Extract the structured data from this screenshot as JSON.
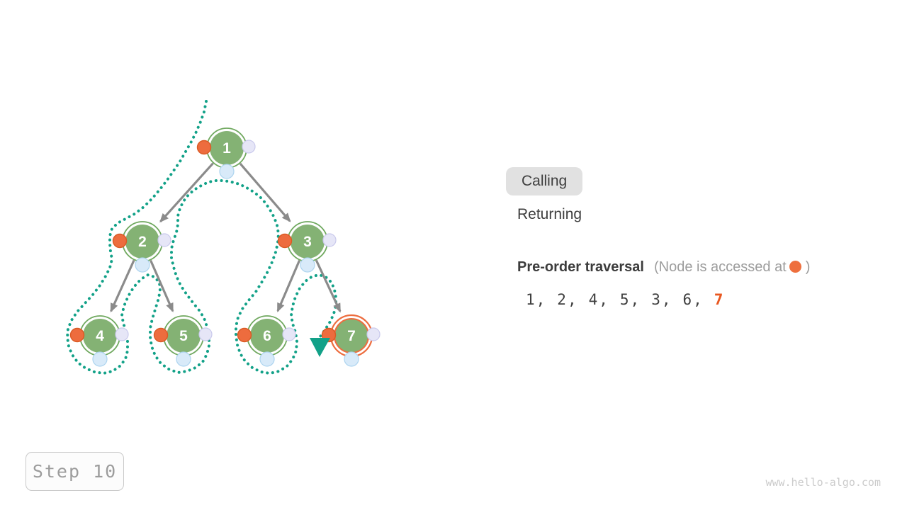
{
  "legend": {
    "calling_label": "Calling",
    "returning_label": "Returning",
    "active": "Calling"
  },
  "traversal": {
    "title": "Pre-order traversal",
    "note_prefix": "(Node is accessed at",
    "note_suffix": ")",
    "sequence": [
      "1",
      "2",
      "4",
      "5",
      "3",
      "6",
      "7"
    ],
    "current_index": 6
  },
  "step": {
    "label": "Step 10"
  },
  "watermark": "www.hello-algo.com",
  "tree": {
    "nodes": [
      {
        "id": 1,
        "value": "1",
        "state": "normal"
      },
      {
        "id": 2,
        "value": "2",
        "state": "normal"
      },
      {
        "id": 3,
        "value": "3",
        "state": "normal"
      },
      {
        "id": 4,
        "value": "4",
        "state": "normal"
      },
      {
        "id": 5,
        "value": "5",
        "state": "normal"
      },
      {
        "id": 6,
        "value": "6",
        "state": "normal"
      },
      {
        "id": 7,
        "value": "7",
        "state": "active"
      }
    ],
    "edges": [
      [
        1,
        2
      ],
      [
        1,
        3
      ],
      [
        2,
        4
      ],
      [
        2,
        5
      ],
      [
        3,
        6
      ],
      [
        3,
        7
      ]
    ]
  },
  "colors": {
    "node_fill": "#84b274",
    "node_ring": "#6fa85e",
    "active_ring": "#ed6c3e",
    "trace": "#12a188",
    "pointer": "#12a188",
    "edge": "#8b8b8b",
    "dot_access": "#ed6c3e",
    "dot_access_stroke": "#da5a24",
    "dot_right": "#e6e6f7",
    "dot_right_stroke": "#c9c9ec",
    "dot_bottom": "#d8eaf9",
    "dot_bottom_stroke": "#add4ef",
    "current_seq": "#e8571f"
  }
}
